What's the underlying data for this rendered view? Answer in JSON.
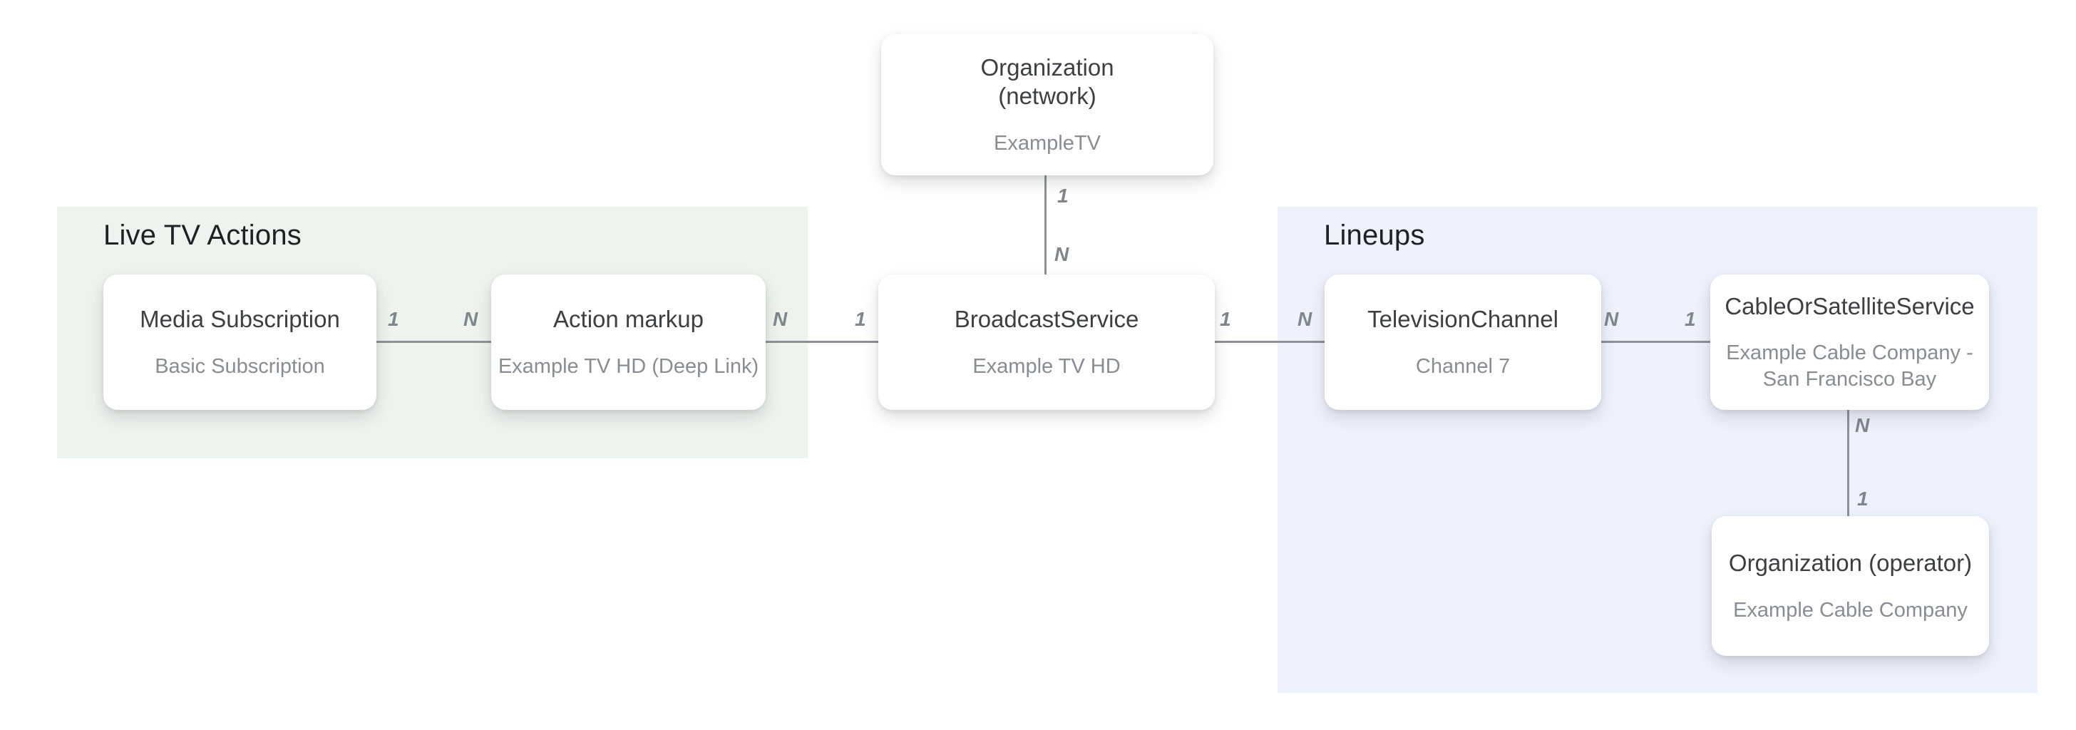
{
  "groups": [
    {
      "name": "live-tv-actions",
      "label": "Live TV Actions",
      "bg_color": "#edf4ee"
    },
    {
      "name": "lineups",
      "label": "Lineups",
      "bg_color": "#eef2fd"
    }
  ],
  "nodes": [
    {
      "name": "organization-network",
      "title": "Organization (network)",
      "subtitle": "ExampleTV"
    },
    {
      "name": "media-subscription",
      "title": "Media Subscription",
      "subtitle": "Basic Subscription"
    },
    {
      "name": "action-markup",
      "title": "Action markup",
      "subtitle": "Example TV HD (Deep Link)"
    },
    {
      "name": "broadcast-service",
      "title": "BroadcastService",
      "subtitle": "Example TV HD"
    },
    {
      "name": "television-channel",
      "title": "TelevisionChannel",
      "subtitle": "Channel 7"
    },
    {
      "name": "cable-or-satellite-service",
      "title": "CableOrSatelliteService",
      "subtitle": "Example Cable Company - San Francisco Bay"
    },
    {
      "name": "organization-operator",
      "title": "Organization (operator)",
      "subtitle": "Example Cable Company"
    }
  ],
  "edges": [
    {
      "from": "organization-network",
      "to": "broadcast-service",
      "near_source": "1",
      "near_target": "N"
    },
    {
      "from": "media-subscription",
      "to": "action-markup",
      "near_source": "1",
      "near_target": "N"
    },
    {
      "from": "action-markup",
      "to": "broadcast-service",
      "near_source": "N",
      "near_target": "1"
    },
    {
      "from": "broadcast-service",
      "to": "television-channel",
      "near_source": "1",
      "near_target": "N"
    },
    {
      "from": "television-channel",
      "to": "cable-or-satellite-service",
      "near_source": "N",
      "near_target": "1"
    },
    {
      "from": "cable-or-satellite-service",
      "to": "organization-operator",
      "near_source": "N",
      "near_target": "1"
    }
  ],
  "style_colors": {
    "line": "#8b9196",
    "node_title": "#3c4043",
    "node_subtitle": "#878d93",
    "group_label": "#202124",
    "cardinality": "#7f868c",
    "live_tv_actions_bg": "#edf4ee",
    "lineups_bg": "#eef2fd"
  }
}
